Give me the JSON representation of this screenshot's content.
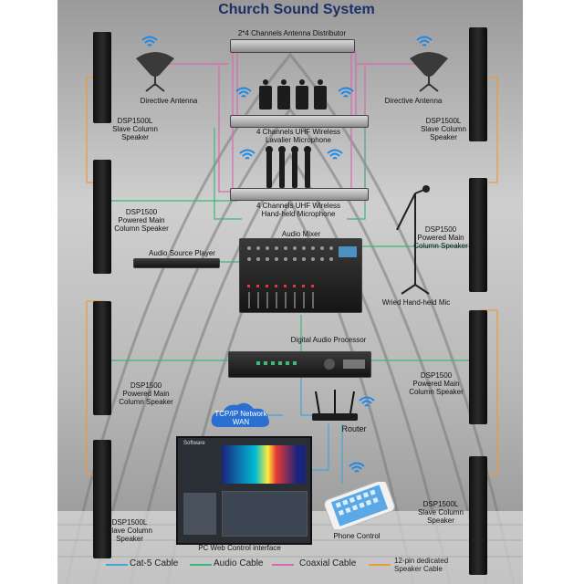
{
  "title": "Church Sound System",
  "devices": {
    "antenna_distributor": "2*4 Channels Antenna Distributor",
    "directive_antenna_left": "Directive Antenna",
    "directive_antenna_right": "Directive Antenna",
    "lavalier_line1": "4 Channels UHF Wireless",
    "lavalier_line2": "Lavalier Microphone",
    "handheld_line1": "4 Channels UHF Wireless",
    "handheld_line2": "Hand-held Microphone",
    "audio_mixer": "Audio Mixer",
    "audio_source_player": "Audio Source Player",
    "wired_mic": "Wried Hand-held Mic",
    "dsp": "Digital Audio Processor",
    "network_line1": "TCP/IP Network",
    "network_line2": "WAN",
    "router": "Router",
    "phone_control": "Phone Control",
    "pc_control": "PC Web Control interface",
    "pc_screen_header": "Software"
  },
  "speakers": {
    "left_top": [
      "DSP1500L",
      "Slave Column",
      "Speaker"
    ],
    "left_mid1": [
      "DSP1500",
      "Powered Main",
      "Column Speaker"
    ],
    "left_mid2": [
      "DSP1500",
      "Powered Main",
      "Column Speaker"
    ],
    "left_bottom": [
      "DSP1500L",
      "Slave Column",
      "Speaker"
    ],
    "right_top": [
      "DSP1500L",
      "Slave Column",
      "Speaker"
    ],
    "right_mid1": [
      "DSP1500",
      "Powered Main",
      "Column Speaker"
    ],
    "right_mid2": [
      "DSP1500",
      "Powered Main",
      "Column Speaker"
    ],
    "right_bottom": [
      "DSP1500L",
      "Slave Column",
      "Speaker"
    ]
  },
  "legend": {
    "cat5": "Cat-5 Cable",
    "audio": "Audio Cable",
    "coaxial": "Coaxial Cable",
    "pin12_line1": "12-pin dedicated",
    "pin12_line2": "Speaker Cable"
  },
  "colors": {
    "title": "#1b2f66",
    "cat5": "#3fa7d6",
    "audio": "#3cb878",
    "coaxial": "#d66ab0",
    "pin12": "#e89a3c",
    "wifi": "#1e88e5",
    "cloud": "#2b6fd1"
  }
}
